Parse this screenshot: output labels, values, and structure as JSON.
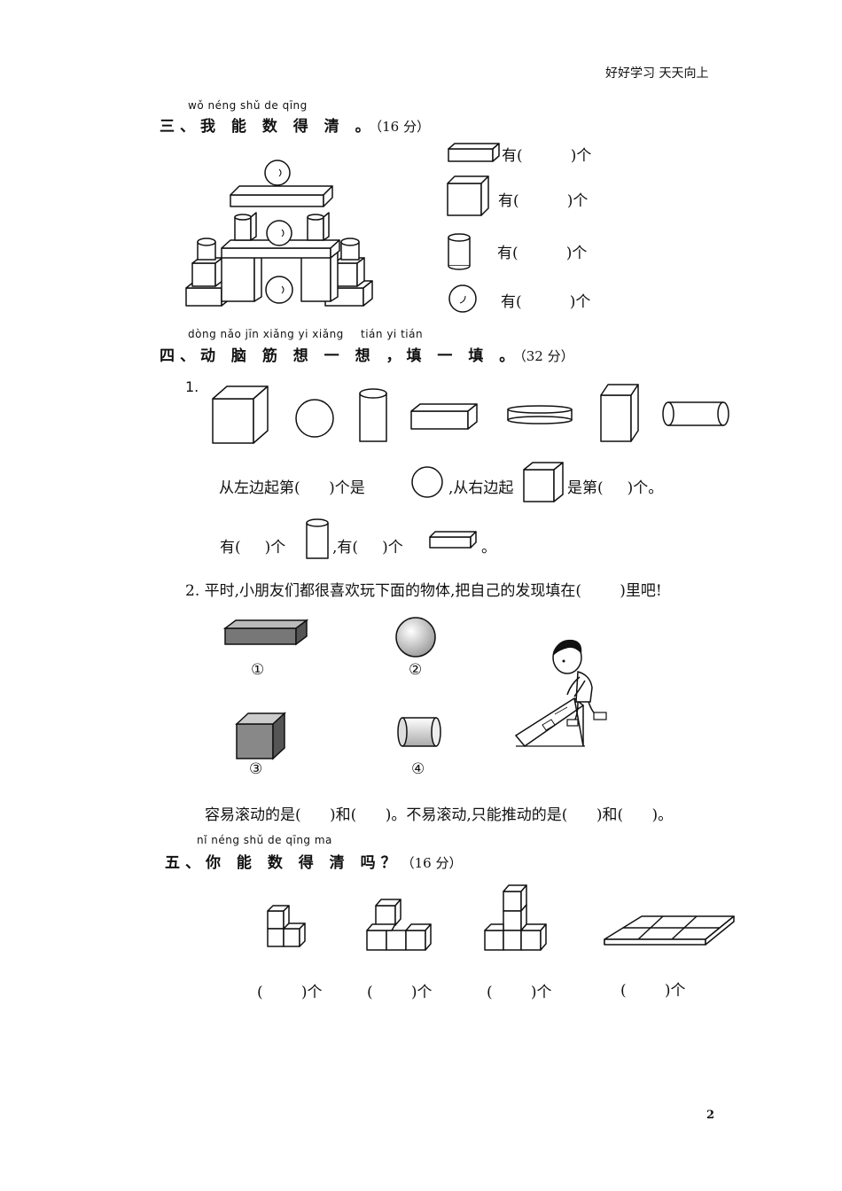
{
  "header": {
    "motto": "好好学习  天天向上"
  },
  "section3": {
    "pinyin": "wǒ néng shǔ de qīng",
    "title": "三、我 能 数 得 清 。",
    "score": "（16 分）",
    "items": [
      {
        "icon": "cuboid-icon",
        "prefix": "有(",
        "suffix": ")个"
      },
      {
        "icon": "cube-icon",
        "prefix": "有(",
        "suffix": ")个"
      },
      {
        "icon": "cylinder-icon",
        "prefix": "有(",
        "suffix": ")个"
      },
      {
        "icon": "sphere-icon",
        "prefix": "有(",
        "suffix": ")个"
      }
    ]
  },
  "section4": {
    "pinyin_a": "dòng nǎo jīn xiǎng yi xiǎng",
    "pinyin_b": "tián yi tián",
    "title": "四、动 脑 筋 想 一 想 ，填 一 填 。",
    "score": "（32 分）",
    "q1": {
      "number": "1.",
      "line1": {
        "t1": "从左边起第(",
        "t2": ")个是",
        "t3": ",从右边起",
        "t4": "是第(",
        "t5": ")个。"
      },
      "line2": {
        "t1": "有(",
        "t2": ")个",
        "t3": ",有(",
        "t4": ")个",
        "t5": "。"
      }
    },
    "q2": {
      "text": "2. 平时,小朋友们都很喜欢玩下面的物体,把自己的发现填在(        )里吧!",
      "labels": [
        "①",
        "②",
        "③",
        "④"
      ],
      "answer_line": "容易滚动的是(      )和(      )。不易滚动,只能推动的是(      )和(      )。"
    }
  },
  "section5": {
    "pinyin": "nǐ néng shǔ de qīng ma",
    "title": "五、你 能 数 得 清 吗？",
    "score": "（16 分）",
    "answers": [
      "(        )个",
      "(        )个",
      "(        )个",
      "(        )个"
    ]
  },
  "footer": {
    "page_number": "2"
  }
}
